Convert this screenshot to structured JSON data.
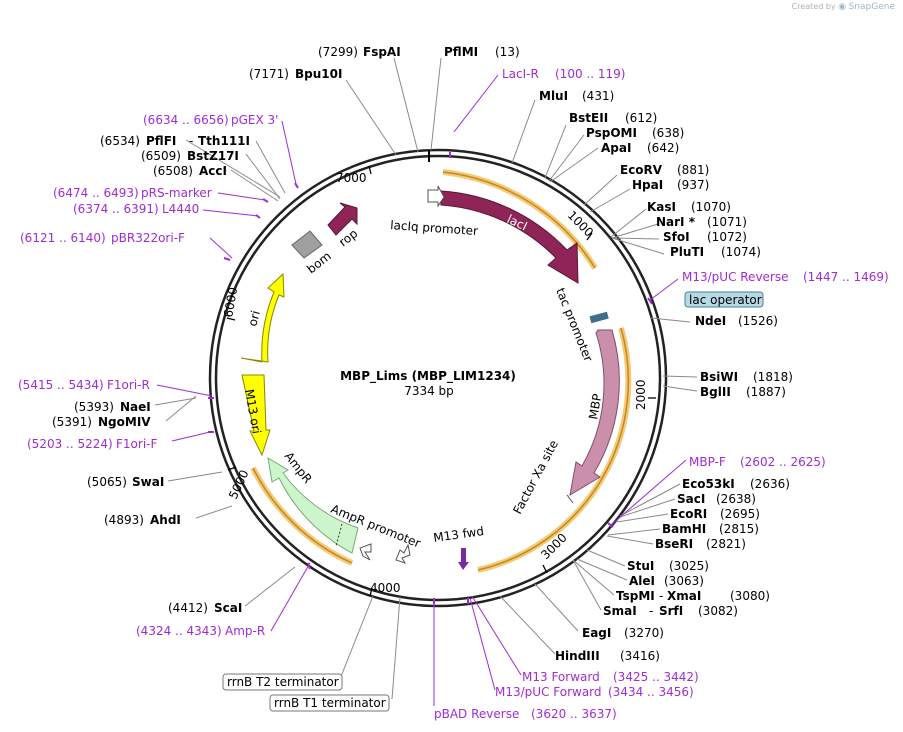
{
  "watermark": {
    "prefix": "Created by",
    "brand": "SnapGene"
  },
  "plasmid": {
    "name": "MBP_Lims (MBP_LIM1234)",
    "size": "7334 bp"
  },
  "ticks": [
    "7000",
    "1000",
    "2000",
    "3000",
    "4000",
    "5000",
    "6000"
  ],
  "features": {
    "lacI": "lacI",
    "lacIq_promoter": "lacIq promoter",
    "tac_promoter": "tac promoter",
    "MBP": "MBP",
    "factor_xa": "Factor Xa site",
    "m13_fwd": "M13 fwd",
    "ampR_promoter": "AmpR promoter",
    "ampR": "AmpR",
    "m13_ori": "M13 ori",
    "ori": "ori",
    "bom": "bom",
    "rop": "rop",
    "lac_operator": "lac operator",
    "rrnB_T2": "rrnB T2 terminator",
    "rrnB_T1": "rrnB T1 terminator"
  },
  "sites": [
    {
      "name": "FspAI",
      "pos": "(7299)"
    },
    {
      "name": "PflMI",
      "pos": "(13)"
    },
    {
      "name": "Bpu10I",
      "pos": "(7171)"
    },
    {
      "name": "MluI",
      "pos": "(431)"
    },
    {
      "name": "BstEII",
      "pos": "(612)"
    },
    {
      "name": "PspOMI",
      "pos": "(638)"
    },
    {
      "name": "ApaI",
      "pos": "(642)"
    },
    {
      "name": "EcoRV",
      "pos": "(881)"
    },
    {
      "name": "HpaI",
      "pos": "(937)"
    },
    {
      "name": "KasI",
      "pos": "(1070)"
    },
    {
      "name": "NarI *",
      "pos": "(1071)"
    },
    {
      "name": "SfoI",
      "pos": "(1072)"
    },
    {
      "name": "PluTI",
      "pos": "(1074)"
    },
    {
      "name": "NdeI",
      "pos": "(1526)"
    },
    {
      "name": "BsiWI",
      "pos": "(1818)"
    },
    {
      "name": "BglII",
      "pos": "(1887)"
    },
    {
      "name": "Eco53kI",
      "pos": "(2636)"
    },
    {
      "name": "SacI",
      "pos": "(2638)"
    },
    {
      "name": "EcoRI",
      "pos": "(2695)"
    },
    {
      "name": "BamHI",
      "pos": "(2815)"
    },
    {
      "name": "BseRI",
      "pos": "(2821)"
    },
    {
      "name": "StuI",
      "pos": "(3025)"
    },
    {
      "name": "AleI",
      "pos": "(3063)"
    },
    {
      "name": "TspMI",
      "pos": "(3080)"
    },
    {
      "name": "XmaI",
      "pos": "- "
    },
    {
      "name": "SmaI",
      "pos": "(3082)"
    },
    {
      "name": "SrfI",
      "pos": "- "
    },
    {
      "name": "EagI",
      "pos": "(3270)"
    },
    {
      "name": "HindIII",
      "pos": "(3416)"
    },
    {
      "name": "ScaI",
      "pos": "(4412)"
    },
    {
      "name": "AhdI",
      "pos": "(4893)"
    },
    {
      "name": "SwaI",
      "pos": "(5065)"
    },
    {
      "name": "NaeI",
      "pos": "(5393)"
    },
    {
      "name": "NgoMIV",
      "pos": "(5391)"
    },
    {
      "name": "AccI",
      "pos": "(6508)"
    },
    {
      "name": "BstZ17I",
      "pos": "(6509)"
    },
    {
      "name": "PflFI",
      "pos": "(6534)"
    },
    {
      "name": "Tth111I",
      "pos": "- "
    }
  ],
  "primers": [
    {
      "name": "LacI-R",
      "range": "(100 .. 119)"
    },
    {
      "name": "M13/pUC Reverse",
      "range": "(1447 .. 1469)"
    },
    {
      "name": "MBP-F",
      "range": "(2602 .. 2625)"
    },
    {
      "name": "M13 Forward",
      "range": "(3425 .. 3442)"
    },
    {
      "name": "M13/pUC Forward",
      "range": "(3434 .. 3456)"
    },
    {
      "name": "pBAD Reverse",
      "range": "(3620 .. 3637)"
    },
    {
      "name": "Amp-R",
      "range": "(4324 .. 4343)"
    },
    {
      "name": "F1ori-F",
      "range": "(5203 .. 5224)"
    },
    {
      "name": "F1ori-R",
      "range": "(5415 .. 5434)"
    },
    {
      "name": "pBR322ori-F",
      "range": "(6121 .. 6140)"
    },
    {
      "name": "L4440",
      "range": "(6374 .. 6391)"
    },
    {
      "name": "pRS-marker",
      "range": "(6474 .. 6493)"
    },
    {
      "name": "pGEX 3'",
      "range": "(6634 .. 6656)"
    }
  ]
}
